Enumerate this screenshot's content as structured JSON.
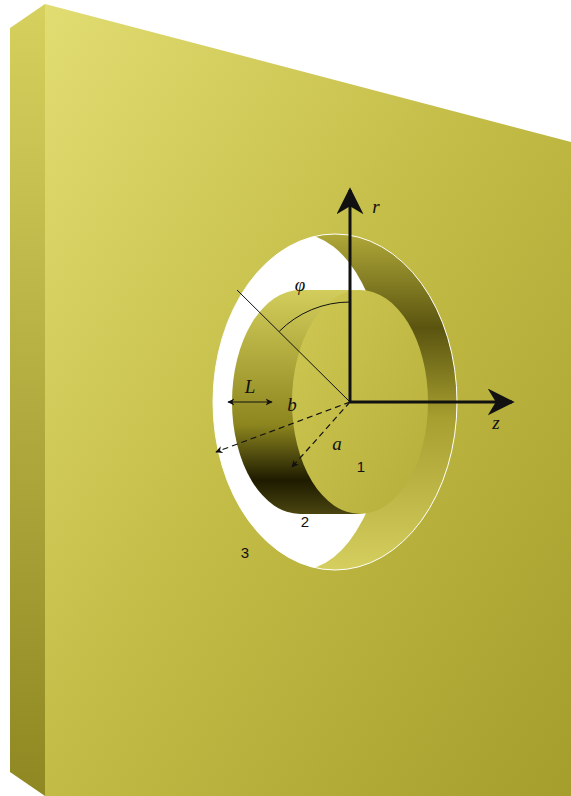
{
  "diagram": {
    "labels": [
      "r",
      "φ",
      "L",
      "b",
      "a",
      "z",
      "1",
      "2",
      "3"
    ]
  }
}
